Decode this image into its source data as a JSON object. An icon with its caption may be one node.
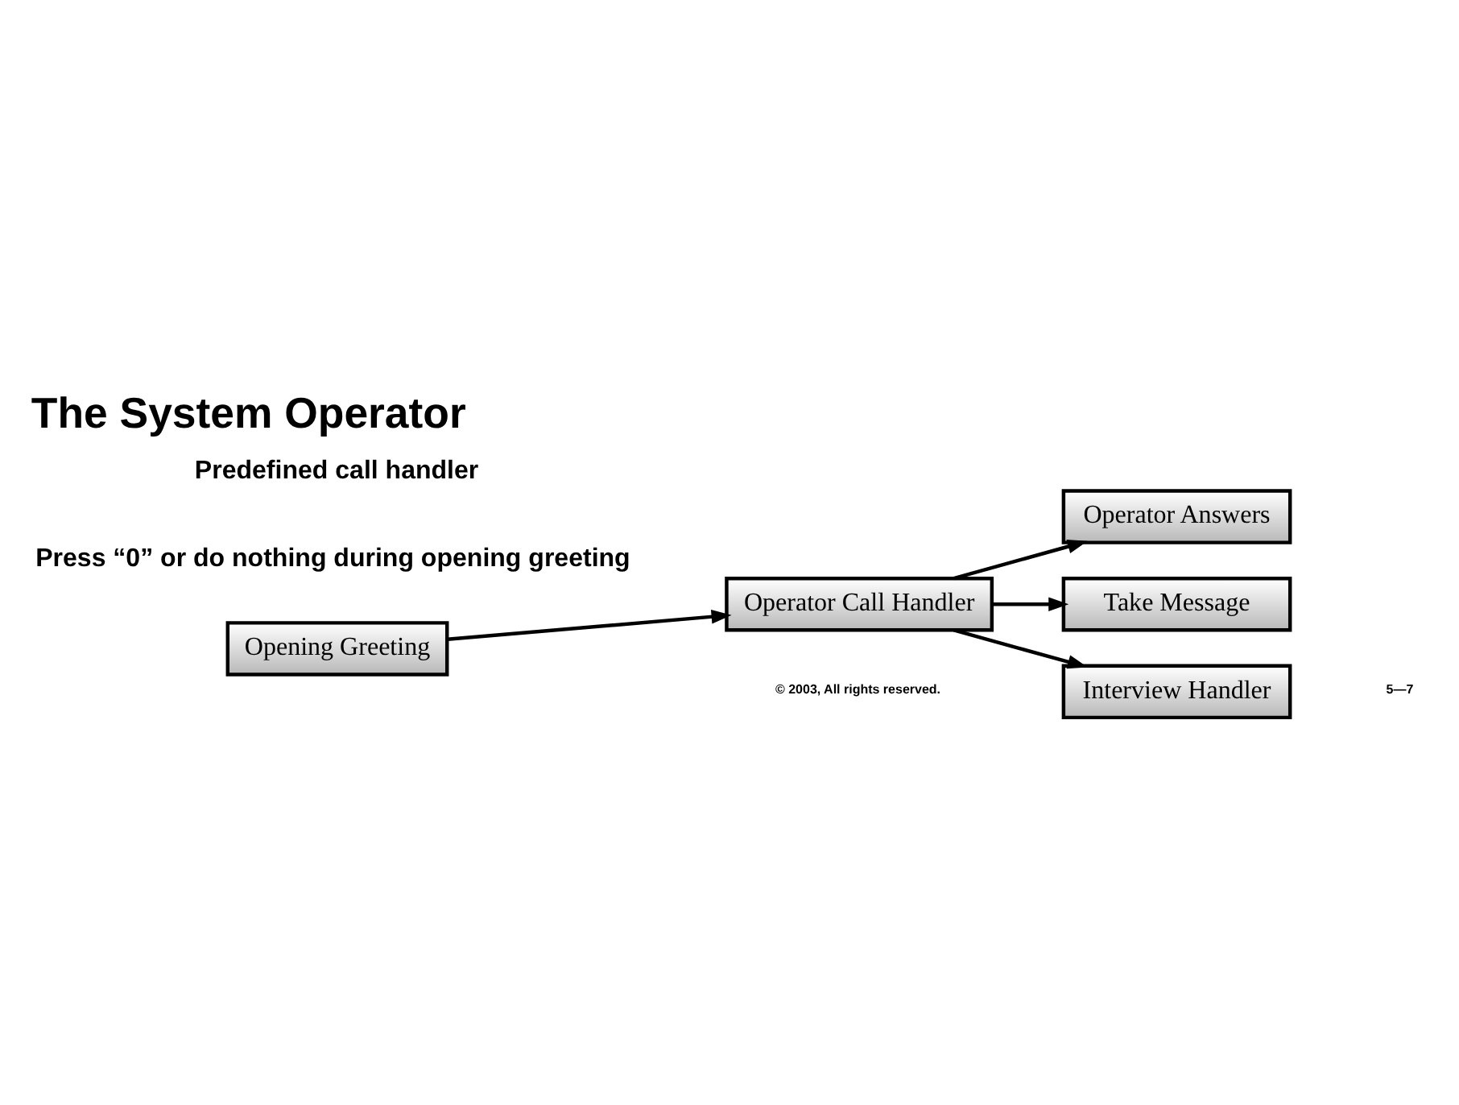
{
  "diagram": {
    "title": "The System Operator",
    "nodes": [
      {
        "text": [
          "Opening Greeting"
        ]
      },
      {
        "text": [
          "Operator Call Handler"
        ]
      },
      {
        "text": [
          "Operator Answers"
        ]
      },
      {
        "text": [
          "Take Message"
        ]
      },
      {
        "text": [
          "Interview Handler"
        ]
      }
    ],
    "edges": [
      {
        "from": 0,
        "to": 1,
        "arrow": "to"
      },
      {
        "from": 1,
        "to": 2,
        "arrow": "to"
      },
      {
        "from": 1,
        "to": 3,
        "arrow": "to"
      },
      {
        "from": 1,
        "to": 4,
        "arrow": "to"
      }
    ],
    "labels": [
      "Predefined call handler",
      "Press “0” or do nothing during opening greeting",
      "© 2003, All rights reserved.",
      "5—7"
    ]
  }
}
